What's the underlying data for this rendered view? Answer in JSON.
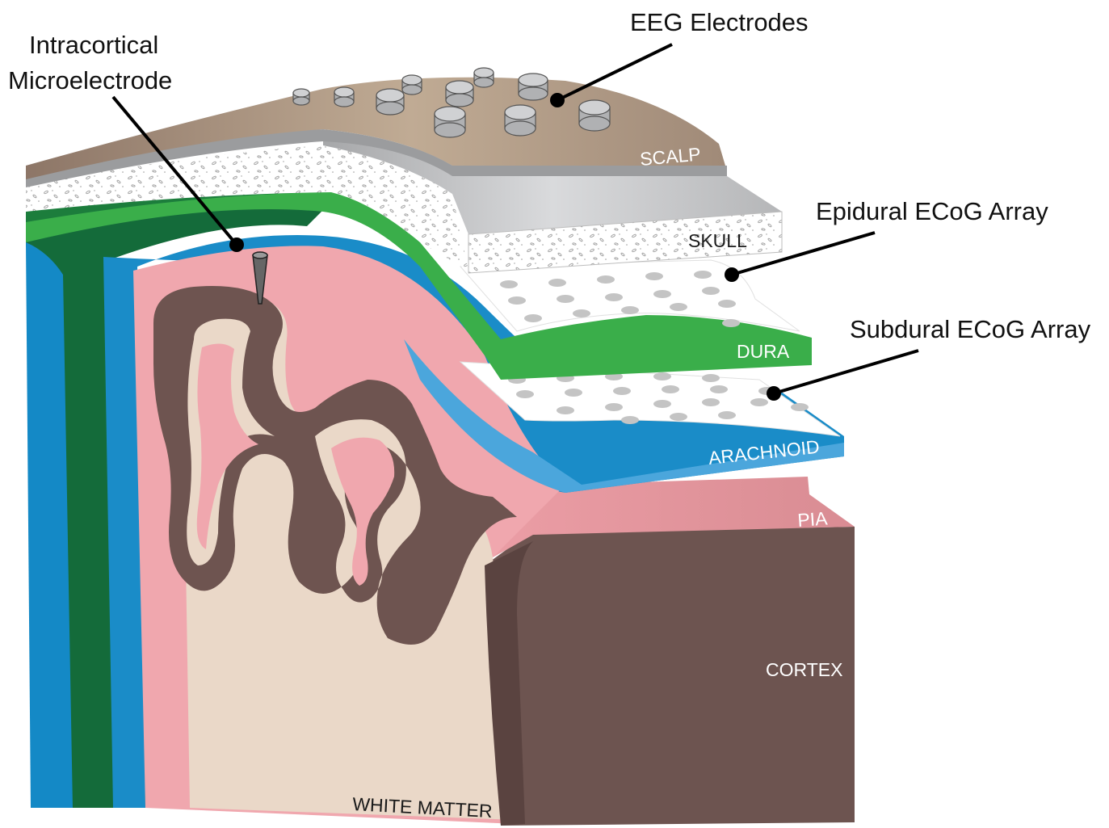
{
  "callouts": {
    "eeg": "EEG Electrodes",
    "intracortical_line1": "Intracortical",
    "intracortical_line2": "Microelectrode",
    "epidural": "Epidural ECoG Array",
    "subdural": "Subdural ECoG Array"
  },
  "layers": {
    "scalp": "SCALP",
    "skull": "SKULL",
    "dura": "DURA",
    "arachnoid": "ARACHNOID",
    "pia": "PIA",
    "cortex": "CORTEX",
    "white_matter": "WHITE MATTER"
  },
  "colors": {
    "scalp": "#a89380",
    "skull": "#c9cacc",
    "dura_dark": "#146b3a",
    "dura_light": "#3aae4a",
    "arachnoid": "#1a8cc8",
    "arachnoid_light": "#4ba6dc",
    "pia": "#f2a8ae",
    "cortex": "#6e5450",
    "white_matter": "#ead8c8",
    "electrode": "#b9babc"
  }
}
